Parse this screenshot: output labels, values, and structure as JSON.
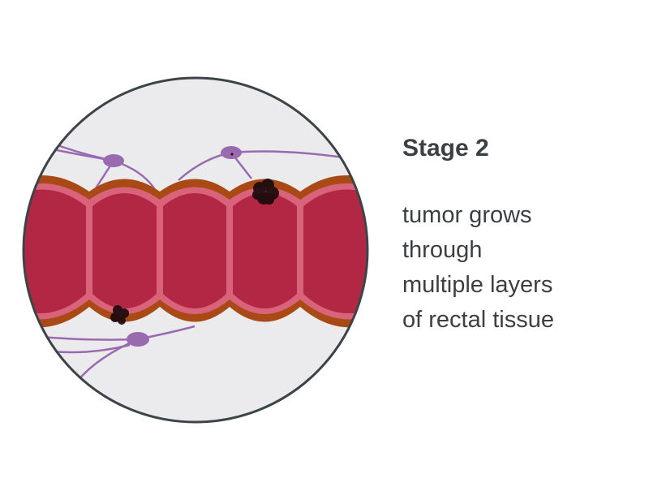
{
  "title": "Stage 2",
  "description_lines": [
    "tumor grows",
    "through",
    "multiple layers",
    "of rectal tissue"
  ],
  "colors": {
    "background": "#ebebed",
    "circle_border": "#3c4447",
    "tissue_inner": "#b22844",
    "tissue_mucosa": "#d9637a",
    "tissue_outer": "#a94a16",
    "lymph": "#9a6ab0",
    "tumor": "#1a0a0c",
    "text": "#3c4043"
  }
}
